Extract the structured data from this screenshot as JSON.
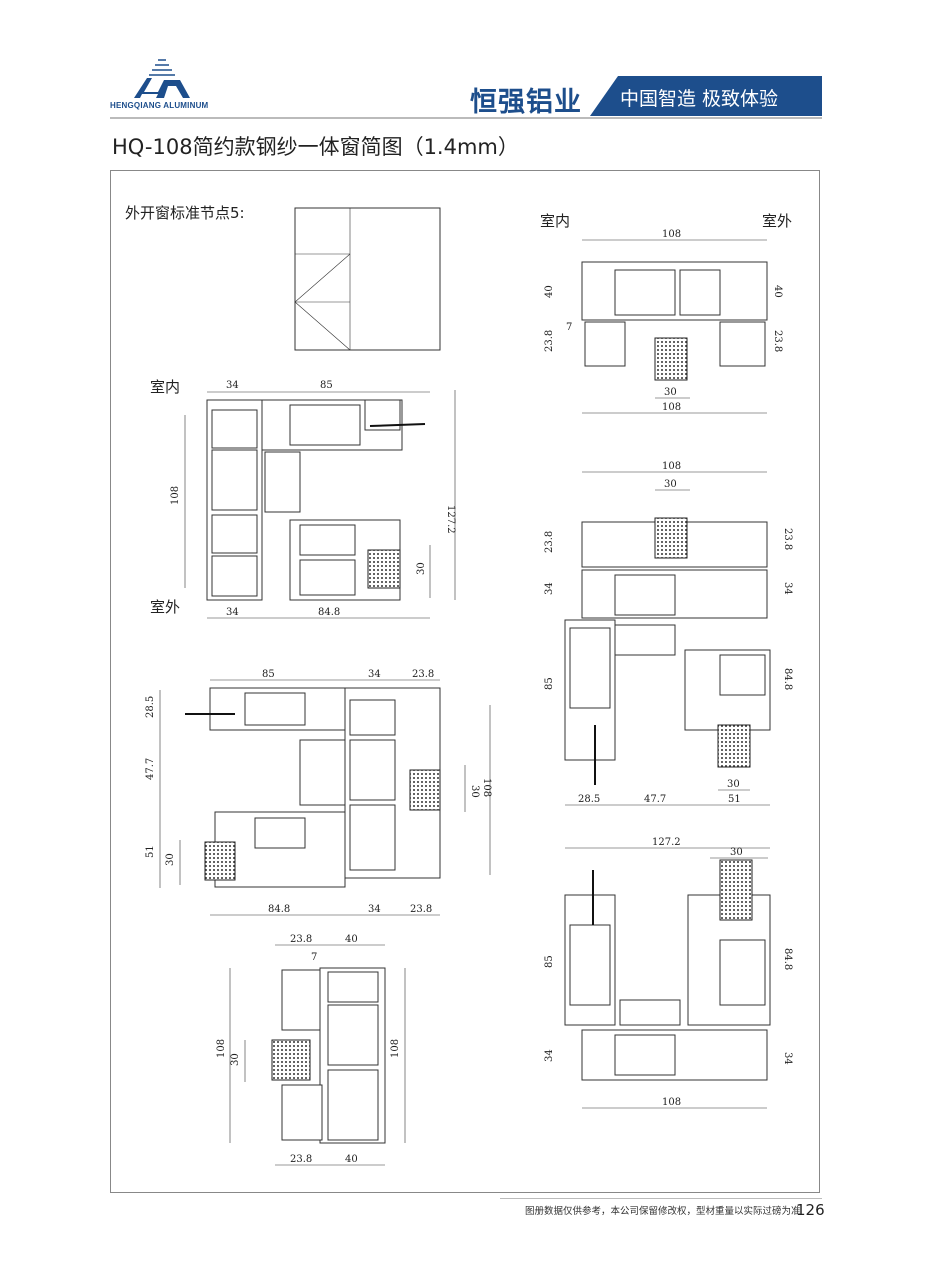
{
  "header": {
    "logo_text": "HENGQIANG ALUMINUM",
    "brand": "恒强铝业",
    "slogan": "中国智造 极致体验",
    "brand_color": "#1d4e8c"
  },
  "title": "HQ-108简约款钢纱一体窗简图（1.4mm）",
  "node_label": "外开窗标准节点5:",
  "labels": {
    "inside": "室内",
    "outside": "室外"
  },
  "drawing_a": {
    "top": [
      "34",
      "85"
    ],
    "left": "108",
    "right": "127.2",
    "glass": "30",
    "bottom": [
      "34",
      "84.8"
    ]
  },
  "drawing_b": {
    "top": [
      "85",
      "34",
      "23.8"
    ],
    "left": [
      "28.5",
      "47.7",
      "51"
    ],
    "glass_left": "30",
    "glass_right": "30",
    "right": "108",
    "bottom": [
      "84.8",
      "34",
      "23.8"
    ]
  },
  "drawing_c": {
    "top": [
      "23.8",
      "40"
    ],
    "gap": "7",
    "left": "108",
    "glass": "30",
    "right": "108",
    "bottom": [
      "23.8",
      "40"
    ]
  },
  "drawing_d": {
    "top": "108",
    "left": [
      "40",
      "23.8"
    ],
    "gap": "7",
    "right": [
      "40",
      "23.8"
    ],
    "glass": "30",
    "bottom": "108"
  },
  "drawing_e": {
    "top": "108",
    "glass_top": "30",
    "left": [
      "23.8",
      "34",
      "85"
    ],
    "right": [
      "23.8",
      "34",
      "84.8"
    ],
    "glass": "30",
    "bottom": [
      "28.5",
      "47.7",
      "51"
    ]
  },
  "drawing_f": {
    "top": "127.2",
    "glass": "30",
    "left": [
      "85",
      "34"
    ],
    "right": [
      "84.8",
      "34"
    ],
    "bottom": "108"
  },
  "footer": {
    "note": "图册数据仅供参考，本公司保留修改权，型材重量以实际过磅为准",
    "page": "126"
  }
}
